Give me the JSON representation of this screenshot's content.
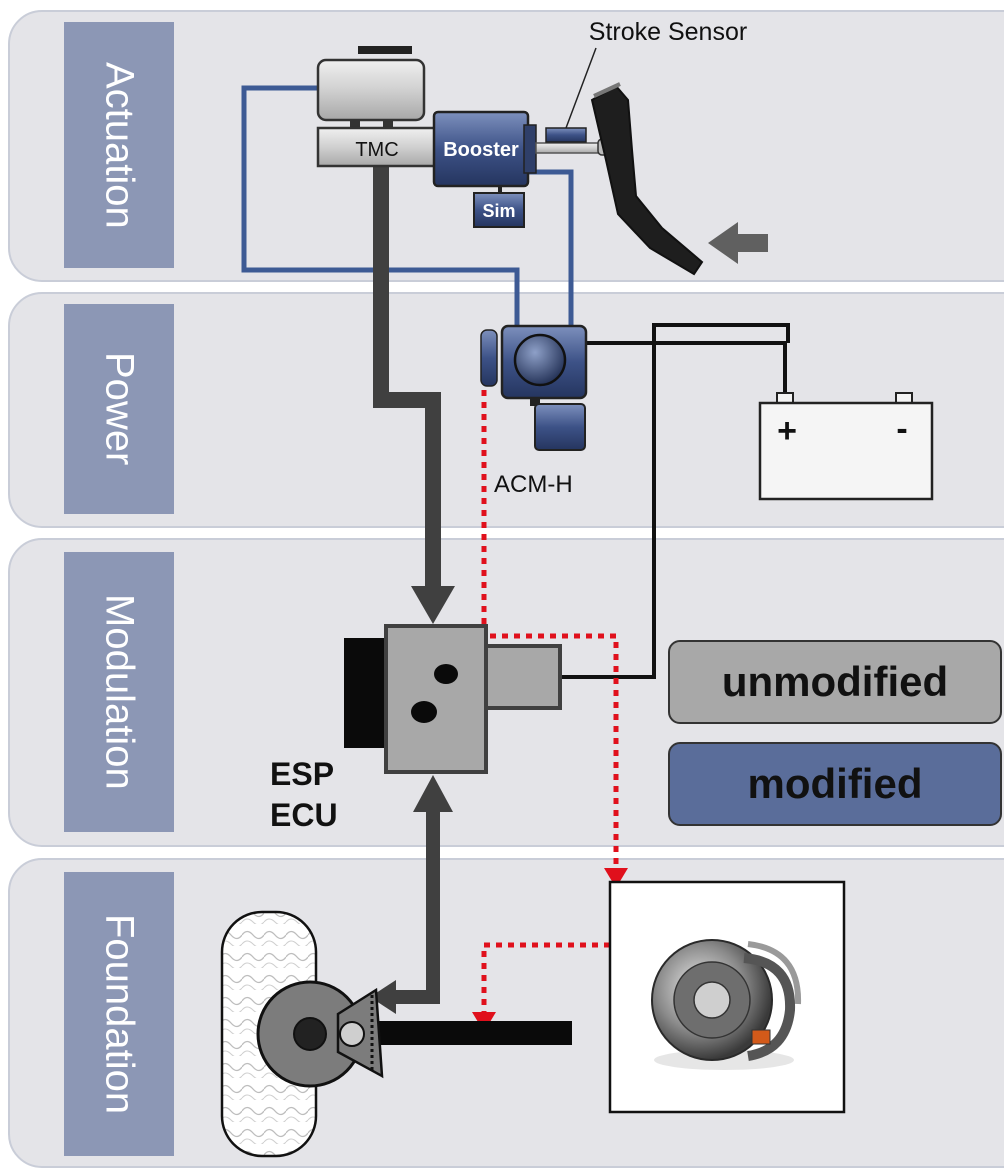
{
  "layers": [
    {
      "id": "actuation",
      "label": "Actuation"
    },
    {
      "id": "power",
      "label": "Power"
    },
    {
      "id": "modulation",
      "label": "Modulation"
    },
    {
      "id": "foundation",
      "label": "Foundation"
    }
  ],
  "components": {
    "tmc": "TMC",
    "booster": "Booster",
    "sim": "Sim",
    "stroke_sensor": "Stroke Sensor",
    "acm": "ACM-H",
    "esp_line1": "ESP",
    "esp_line2": "ECU",
    "battery_plus": "+",
    "battery_minus": "-"
  },
  "legend": {
    "unmodified": "unmodified",
    "modified": "modified"
  },
  "colors": {
    "band": "#e4e4e8",
    "tab": "#8c97b5",
    "modified": "#5a6d9a",
    "unmodified": "#a8a8a8",
    "hydraulic_line": "#3d5a94",
    "signal_dotted": "#e0101c",
    "arrow": "#404040"
  }
}
